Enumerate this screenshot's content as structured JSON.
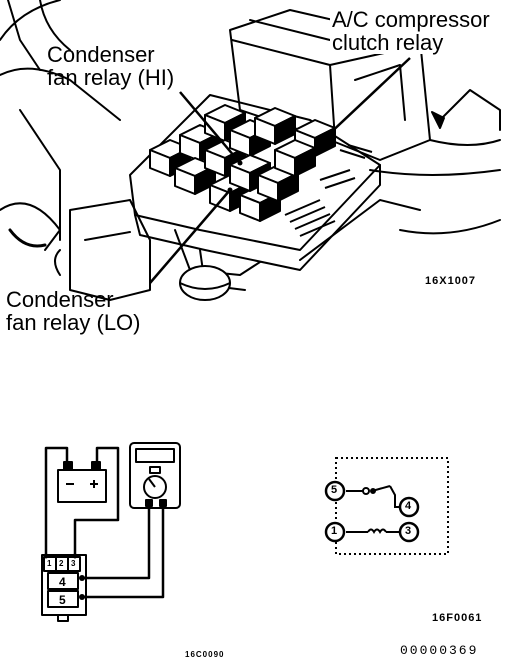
{
  "top_figure": {
    "labels": {
      "ac_compressor_clutch_relay": [
        "A/C compressor",
        "clutch relay"
      ],
      "condenser_fan_relay_hi": [
        "Condenser",
        "fan relay (HI)"
      ],
      "condenser_fan_relay_lo": [
        "Condenser",
        "fan relay (LO)"
      ]
    },
    "figure_code": "16X1007"
  },
  "test_circuit": {
    "terminal_numbers": [
      "1",
      "2",
      "3",
      "4",
      "5"
    ],
    "figure_code": "16C0090"
  },
  "relay_schematic": {
    "terminal_numbers": [
      "5",
      "4",
      "1",
      "3"
    ],
    "figure_code": "16F0061"
  },
  "document_ref": "00000369",
  "colors": {
    "ink": "#000000",
    "paper": "#ffffff"
  }
}
